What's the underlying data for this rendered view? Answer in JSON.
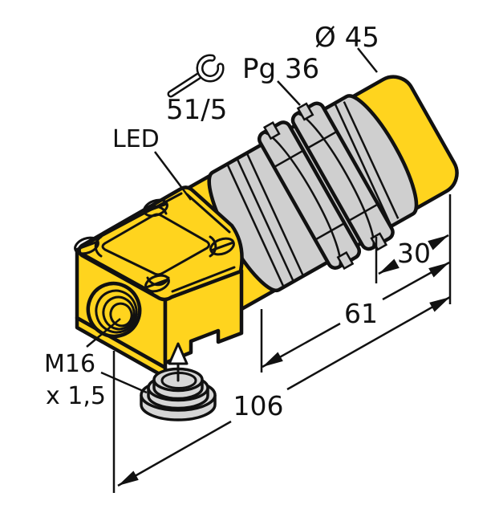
{
  "figure": {
    "labels": {
      "diameter": "Ø 45",
      "mounting_thread": "Pg 36",
      "wrench_size": "51/5",
      "led": "LED",
      "cable_gland_line1": "M16",
      "cable_gland_line2": "x 1,5"
    },
    "dimensions": {
      "head_length": "30",
      "thread_length": "61",
      "total_length": "106"
    },
    "colors": {
      "housing_yellow": "#FFD41E",
      "metal_gray": "#CFCFCF",
      "plug_gray": "#D6D6D6",
      "line": "#111111",
      "background": "#FFFFFF"
    },
    "icons": {
      "wrench": "wrench-icon",
      "insertion_arrow": "up-arrow-icon"
    }
  }
}
